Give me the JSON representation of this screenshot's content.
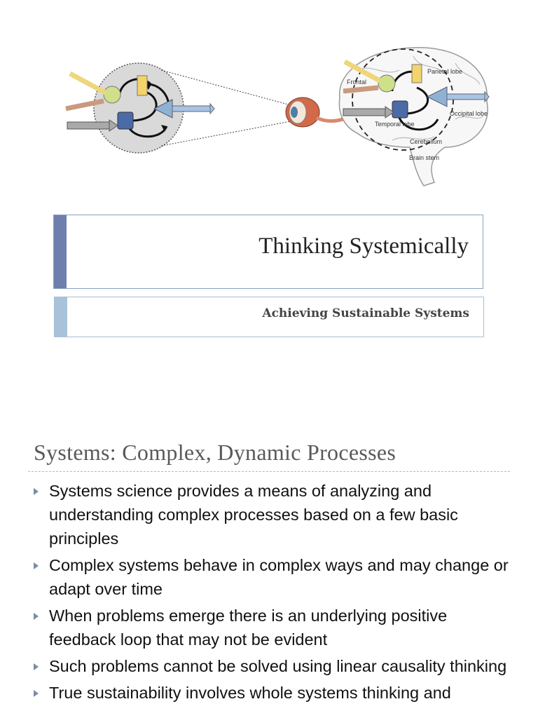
{
  "slide1": {
    "title": "Thinking Systemically",
    "subtitle": "Achieving Sustainable Systems",
    "brain_labels": {
      "frontal": "Frontal",
      "parietal": "Parietal lobe",
      "temporal": "Temporal lobe",
      "occipital": "Occipital lobe",
      "cerebellum": "Cerebellum",
      "brain_stem": "Brain stem"
    }
  },
  "slide2": {
    "heading": "Systems: Complex, Dynamic Processes",
    "bullets": [
      "Systems science provides a means of analyzing and understanding complex processes based on a few basic principles",
      "Complex systems behave in complex ways and may change or adapt over time",
      "When problems emerge there is an underlying positive feedback loop that may not be evident",
      "Such problems cannot be solved using linear causality thinking",
      "True sustainability involves whole systems thinking and"
    ]
  },
  "colors": {
    "title_accent": "#6e7fae",
    "subtitle_accent": "#a8c3d9",
    "bullet_arrow": "#7c8ca8",
    "heading": "#595959"
  }
}
